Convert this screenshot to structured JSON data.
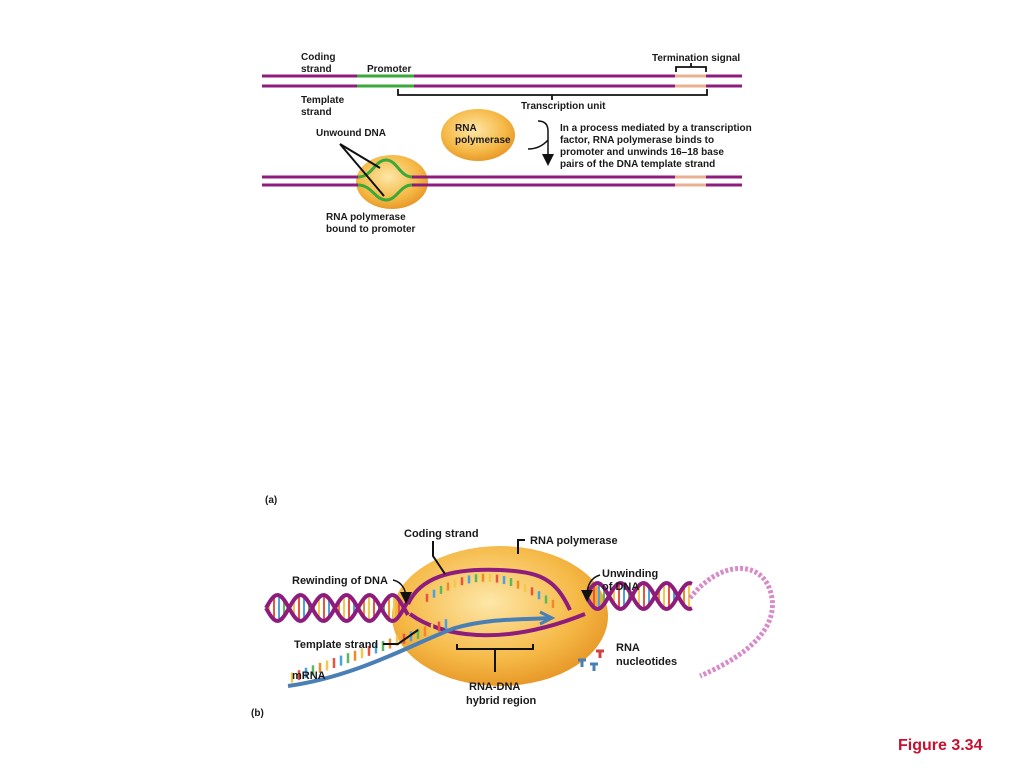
{
  "panel_a": {
    "label": "(a)",
    "coding_strand": [
      "Coding",
      "strand"
    ],
    "template_strand": [
      "Template",
      "strand"
    ],
    "promoter": "Promoter",
    "termination_signal": "Termination signal",
    "transcription_unit": "Transcription unit",
    "rna_polymerase": [
      "RNA",
      "polymerase"
    ],
    "unwound_dna": "Unwound DNA",
    "process_note": [
      "In a process mediated by a transcription",
      "factor, RNA polymerase binds to",
      "promoter and unwinds 16–18 base",
      "pairs of the DNA template strand"
    ],
    "bound_label": [
      "RNA polymerase",
      "bound to promoter"
    ]
  },
  "panel_b": {
    "label": "(b)",
    "coding_strand": "Coding strand",
    "rna_polymerase": "RNA polymerase",
    "rewinding": "Rewinding of DNA",
    "unwinding": [
      "Unwinding",
      "of DNA"
    ],
    "template_strand": "Template strand",
    "rna_nucleotides": [
      "RNA",
      "nucleotides"
    ],
    "mrna": "mRNA",
    "hybrid_region": [
      "RNA-DNA",
      "hybrid region"
    ]
  },
  "figure_label": "Figure 3.34",
  "colors": {
    "dna_strand": "#8e1c7c",
    "promoter": "#3aa83a",
    "termination": "#e8b090",
    "polymerase": "#f5b845",
    "mrna": "#4a7fb5",
    "figure_label": "#c8102e"
  }
}
